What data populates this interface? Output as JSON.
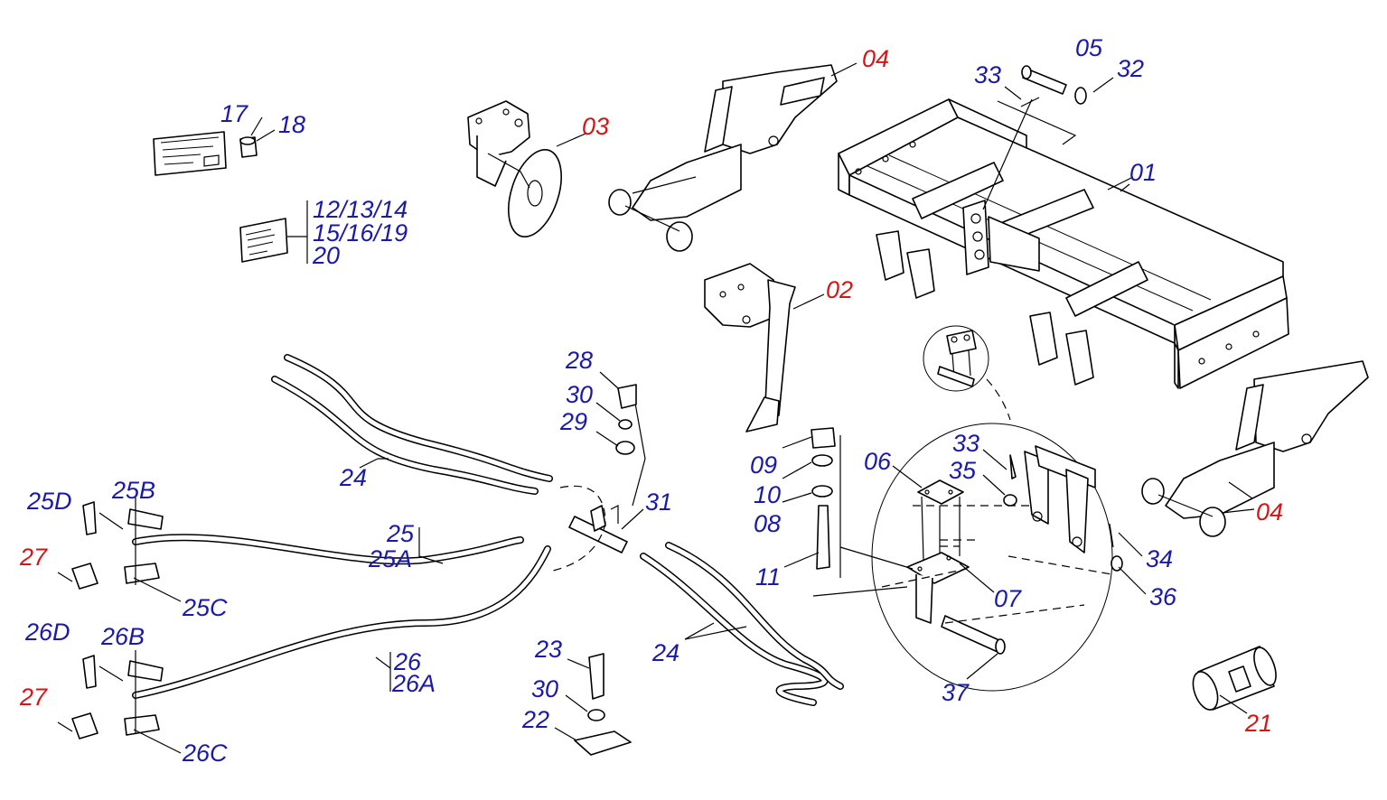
{
  "colors": {
    "part_number": "#1a1aa8",
    "assembly_number": "#d41616",
    "line": "#000000"
  },
  "labels": {
    "l17": "17",
    "l18": "18",
    "l12": "12/13/14",
    "l15": "15/16/19",
    "l20": "20",
    "l03": "03",
    "l04a": "04",
    "l04b": "04",
    "l33a": "33",
    "l05": "05",
    "l32": "32",
    "l01": "01",
    "l02": "02",
    "l28": "28",
    "l30a": "30",
    "l29": "29",
    "l24a": "24",
    "l31": "31",
    "l25D": "25D",
    "l25B": "25B",
    "l27a": "27",
    "l25C": "25C",
    "l25": "25",
    "l25A": "25A",
    "l26D": "26D",
    "l26B": "26B",
    "l27b": "27",
    "l26C": "26C",
    "l26": "26",
    "l26A": "26A",
    "l23": "23",
    "l30b": "30",
    "l22": "22",
    "l24b": "24",
    "l09": "09",
    "l10": "10",
    "l08": "08",
    "l11": "11",
    "l06": "06",
    "l33b": "33",
    "l35": "35",
    "l07": "07",
    "l34": "34",
    "l36": "36",
    "l37": "37",
    "l21": "21"
  },
  "icons": [
    "nameplate-icon",
    "sticker-icon",
    "disc-coulter-icon",
    "shank-arm-icon",
    "frame-icon",
    "tine-icon",
    "hose-icon",
    "coupler-icon",
    "hydraulic-cylinder-icon",
    "bolt-icon",
    "nut-icon",
    "washer-icon",
    "pin-icon",
    "bracket-icon",
    "clamp-icon",
    "detail-circle-icon"
  ]
}
